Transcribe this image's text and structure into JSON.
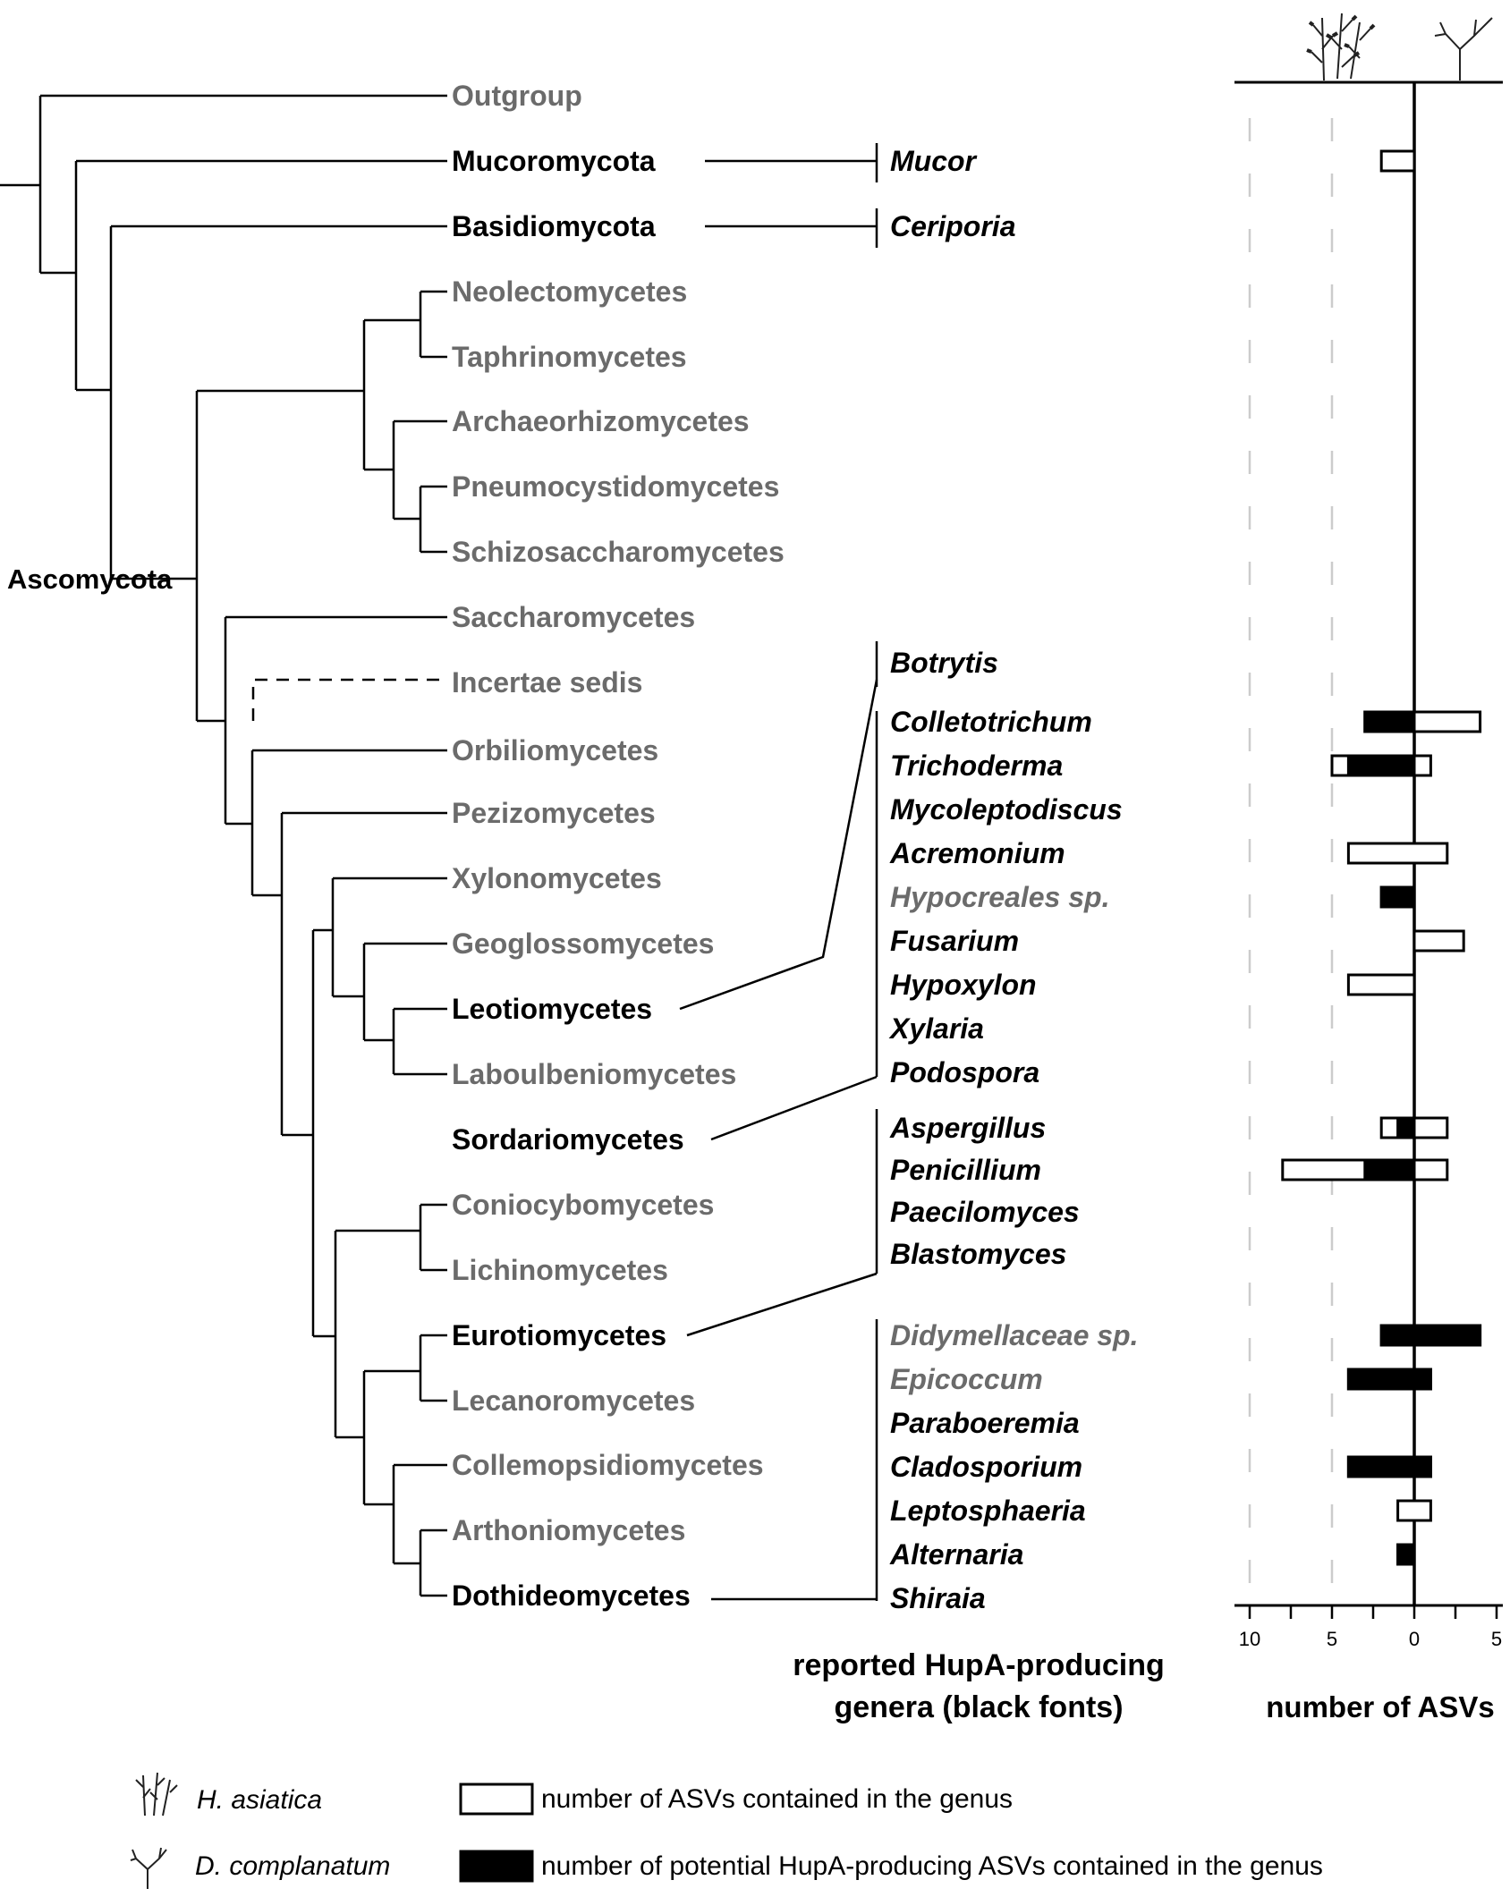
{
  "root_label": "Ascomycota",
  "taxa": [
    {
      "id": "outgroup",
      "label": "Outgroup",
      "highlight": false
    },
    {
      "id": "mucoromycota",
      "label": "Mucoromycota",
      "highlight": true
    },
    {
      "id": "basidiomycota",
      "label": "Basidiomycota",
      "highlight": true
    },
    {
      "id": "neolectomycetes",
      "label": "Neolectomycetes",
      "highlight": false
    },
    {
      "id": "taphrinomycetes",
      "label": "Taphrinomycetes",
      "highlight": false
    },
    {
      "id": "archaeorhizomycetes",
      "label": "Archaeorhizomycetes",
      "highlight": false
    },
    {
      "id": "pneumocystidomycetes",
      "label": "Pneumocystidomycetes",
      "highlight": false
    },
    {
      "id": "schizosaccharomycetes",
      "label": "Schizosaccharomycetes",
      "highlight": false
    },
    {
      "id": "saccharomycetes",
      "label": "Saccharomycetes",
      "highlight": false
    },
    {
      "id": "incertae",
      "label": "Incertae sedis",
      "highlight": false
    },
    {
      "id": "orbiliomycetes",
      "label": "Orbiliomycetes",
      "highlight": false
    },
    {
      "id": "pezizomycetes",
      "label": "Pezizomycetes",
      "highlight": false
    },
    {
      "id": "xylonomycetes",
      "label": "Xylonomycetes",
      "highlight": false
    },
    {
      "id": "geoglossomycetes",
      "label": "Geoglossomycetes",
      "highlight": false
    },
    {
      "id": "leotiomycetes",
      "label": "Leotiomycetes",
      "highlight": true
    },
    {
      "id": "laboulbeniomycetes",
      "label": "Laboulbeniomycetes",
      "highlight": false
    },
    {
      "id": "sordariomycetes",
      "label": "Sordariomycetes",
      "highlight": true
    },
    {
      "id": "coniocybomycetes",
      "label": "Coniocybomycetes",
      "highlight": false
    },
    {
      "id": "lichinomycetes",
      "label": "Lichinomycetes",
      "highlight": false
    },
    {
      "id": "eurotiomycetes",
      "label": "Eurotiomycetes",
      "highlight": true
    },
    {
      "id": "lecanoromycetes",
      "label": "Lecanoromycetes",
      "highlight": false
    },
    {
      "id": "collemopsidiomycetes",
      "label": "Collemopsidiomycetes",
      "highlight": false
    },
    {
      "id": "arthoniomycetes",
      "label": "Arthoniomycetes",
      "highlight": false
    },
    {
      "id": "dothideomycetes",
      "label": "Dothideomycetes",
      "highlight": true
    }
  ],
  "genera_title_line1": "reported HupA-producing",
  "genera_title_line2": "genera (black fonts)",
  "chart_data": {
    "type": "bar",
    "xlabel": "number of ASVs",
    "xlim": [
      -10,
      5
    ],
    "ticks": [
      {
        "value": -10,
        "label": "10"
      },
      {
        "value": -5,
        "label": "5"
      },
      {
        "value": 0,
        "label": "0"
      },
      {
        "value": 5,
        "label": "5"
      }
    ],
    "categories": [
      "Mucor",
      "Ceriporia",
      "Botrytis",
      "Colletotrichum",
      "Trichoderma",
      "Mycoleptodiscus",
      "Acremonium",
      "Hypocreales sp.",
      "Fusarium",
      "Hypoxylon",
      "Xylaria",
      "Podospora",
      "Aspergillus",
      "Penicillium",
      "Paecilomyces",
      "Blastomyces",
      "Didymellaceae sp.",
      "Epicoccum",
      "Paraboeremia",
      "Cladosporium",
      "Leptosphaeria",
      "Alternaria",
      "Shiraia"
    ],
    "reported_hupa_producing": [
      true,
      true,
      true,
      true,
      true,
      true,
      true,
      false,
      true,
      true,
      true,
      true,
      true,
      true,
      true,
      true,
      false,
      false,
      true,
      true,
      true,
      true,
      true
    ],
    "series": [
      {
        "name": "H. asiatica",
        "total": [
          2,
          0,
          0,
          3,
          5,
          0,
          4,
          2,
          0,
          4,
          0,
          0,
          2,
          8,
          0,
          0,
          2,
          4,
          0,
          4,
          1,
          1,
          0
        ],
        "hupa": [
          0,
          0,
          0,
          3,
          4,
          0,
          0,
          2,
          0,
          0,
          0,
          0,
          1,
          3,
          0,
          0,
          2,
          4,
          0,
          4,
          0,
          1,
          0
        ]
      },
      {
        "name": "D. complanatum",
        "total": [
          0,
          0,
          0,
          4,
          1,
          0,
          2,
          0,
          3,
          0,
          0,
          0,
          2,
          2,
          0,
          0,
          4,
          1,
          0,
          1,
          1,
          0,
          0
        ],
        "hupa": [
          0,
          0,
          0,
          0,
          0,
          0,
          0,
          0,
          0,
          0,
          0,
          0,
          0,
          0,
          0,
          0,
          4,
          1,
          0,
          1,
          0,
          0,
          0
        ]
      }
    ]
  },
  "legend": {
    "species": [
      {
        "name": "H. asiatica",
        "icon": "h-asiatica-plant-icon"
      },
      {
        "name": "D. complanatum",
        "icon": "d-complanatum-plant-icon"
      }
    ],
    "open_bar_label": "number of ASVs contained in the genus",
    "filled_bar_label": "number of potential HupA-producing ASVs contained in the genus"
  },
  "colors": {
    "highlight": "#000000",
    "muted": "#6b6b6b",
    "gridline": "#cccccc"
  }
}
